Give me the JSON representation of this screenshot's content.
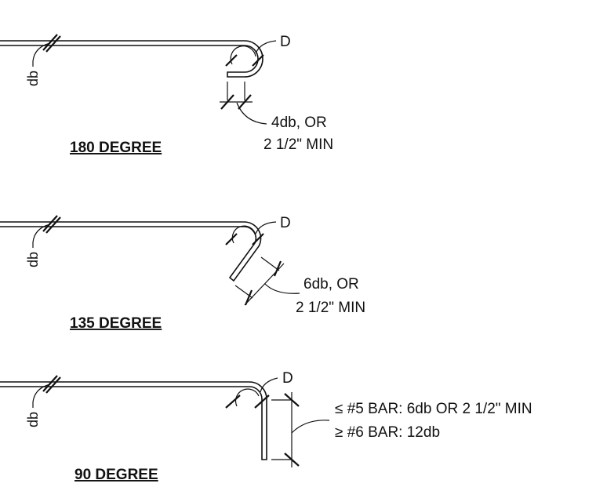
{
  "details": [
    {
      "title": "180 DEGREE",
      "bar_label": "db",
      "diameter_label": "D",
      "extension_lines": [
        "4db, OR",
        "2 1/2\" MIN"
      ]
    },
    {
      "title": "135 DEGREE",
      "bar_label": "db",
      "diameter_label": "D",
      "extension_lines": [
        "6db, OR",
        "2 1/2\" MIN"
      ]
    },
    {
      "title": "90 DEGREE",
      "bar_label": "db",
      "diameter_label": "D",
      "extension_lines": [
        "≤ #5 BAR: 6db OR 2 1/2\" MIN",
        "≥ #6 BAR: 12db"
      ]
    }
  ]
}
